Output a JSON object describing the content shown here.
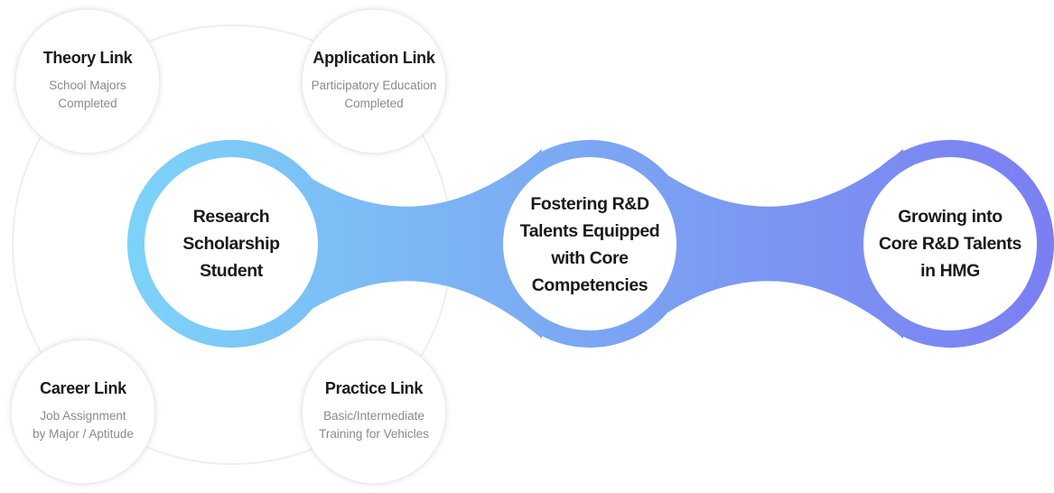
{
  "links": [
    {
      "id": "theory",
      "title": "Theory Link",
      "desc1": "School Majors",
      "desc2": "Completed"
    },
    {
      "id": "application",
      "title": "Application Link",
      "desc1": "Participatory Education",
      "desc2": "Completed"
    },
    {
      "id": "career",
      "title": "Career Link",
      "desc1": "Job Assignment",
      "desc2": "by Major / Aptitude"
    },
    {
      "id": "practice",
      "title": "Practice Link",
      "desc1": "Basic/Intermediate",
      "desc2": "Training for Vehicles"
    }
  ],
  "stages": [
    {
      "line1": "Research",
      "line2": "Scholarship",
      "line3": "Student"
    },
    {
      "line1": "Fostering R&D",
      "line2": "Talents Equipped",
      "line3": "with Core",
      "line4": "Competencies"
    },
    {
      "line1": "Growing into",
      "line2": "Core R&D Talents",
      "line3": "in HMG"
    }
  ],
  "colors": {
    "gradient_start": "#7dd3f8",
    "gradient_mid": "#7ba6f3",
    "gradient_end": "#7b7ef2",
    "node_border": "#ececec",
    "title_text": "#1a1a1a",
    "desc_text": "#8a8a8a"
  }
}
